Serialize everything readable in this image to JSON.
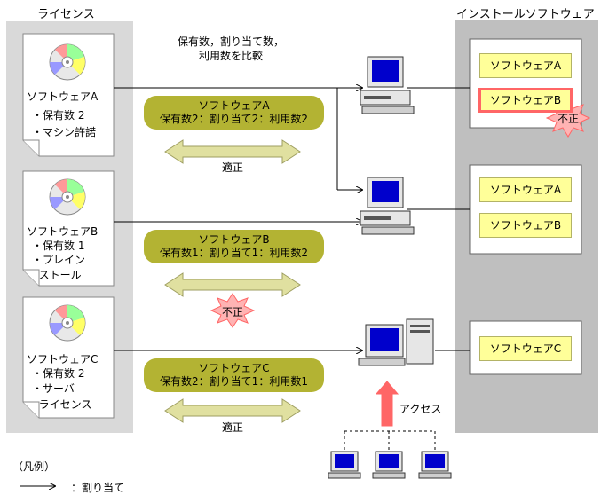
{
  "headers": {
    "licenses": "ライセンス",
    "installed": "インストールソフトウェア",
    "compare_line1": "保有数，割り当て数，",
    "compare_line2": "利用数を比較"
  },
  "licenses": [
    {
      "name": "ソフトウェアA",
      "lines": [
        "・保有数 2",
        "・マシン許諾"
      ]
    },
    {
      "name": "ソフトウェアB",
      "lines": [
        "・保有数 1",
        "・プレイン",
        "  ストール"
      ]
    },
    {
      "name": "ソフトウェアC",
      "lines": [
        "・保有数 2",
        "・サーバ",
        "  ライセンス"
      ]
    }
  ],
  "comparisons": [
    {
      "name": "ソフトウェアA",
      "counts": "保有数2：割り当て2：利用数2",
      "result": "適正"
    },
    {
      "name": "ソフトウェアB",
      "counts": "保有数1：割り当て1：利用数2",
      "result": "不正"
    },
    {
      "name": "ソフトウェアC",
      "counts": "保有数2：割り当て1：利用数1",
      "result": "適正"
    }
  ],
  "installed": [
    {
      "items": [
        "ソフトウェアA",
        "ソフトウェアB"
      ],
      "badge": "不正"
    },
    {
      "items": [
        "ソフトウェアA",
        "ソフトウェアB"
      ]
    },
    {
      "items": [
        "ソフトウェアC"
      ]
    }
  ],
  "access_label": "アクセス",
  "legend": {
    "title": "（凡例）",
    "arrow_label": "：割り当て"
  },
  "colors": {
    "pill": "#b3b333",
    "box": "#ffff99",
    "highlight": "#ff6666",
    "badge": "#ffb3b3",
    "arrow": "#e0e0a0"
  }
}
